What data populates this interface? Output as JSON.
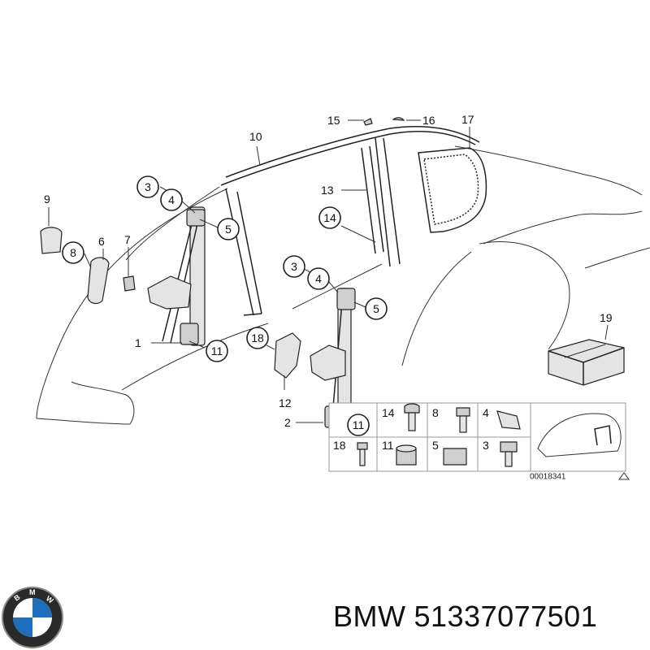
{
  "callouts": {
    "c1": "1",
    "c2": "2",
    "c3a": "3",
    "c3b": "3",
    "c4a": "4",
    "c4b": "4",
    "c5a": "5",
    "c5b": "5",
    "c6": "6",
    "c7": "7",
    "c8": "8",
    "c9": "9",
    "c10": "10",
    "c11a": "11",
    "c11b": "11",
    "c12": "12",
    "c13": "13",
    "c14": "14",
    "c15": "15",
    "c16": "16",
    "c17": "17",
    "c18": "18",
    "c19": "19"
  },
  "legend": {
    "row1": [
      "14",
      "8",
      "4"
    ],
    "row2": [
      "18",
      "11",
      "5",
      "3"
    ],
    "diagram_number": "00018341"
  },
  "caption": {
    "brand": "BMW",
    "part_number": "51337077501"
  },
  "colors": {
    "line": "#222222",
    "part_fill": "#e4e4e4",
    "background": "#ffffff"
  },
  "icons": {
    "logo": "bmw-roundel-logo"
  }
}
